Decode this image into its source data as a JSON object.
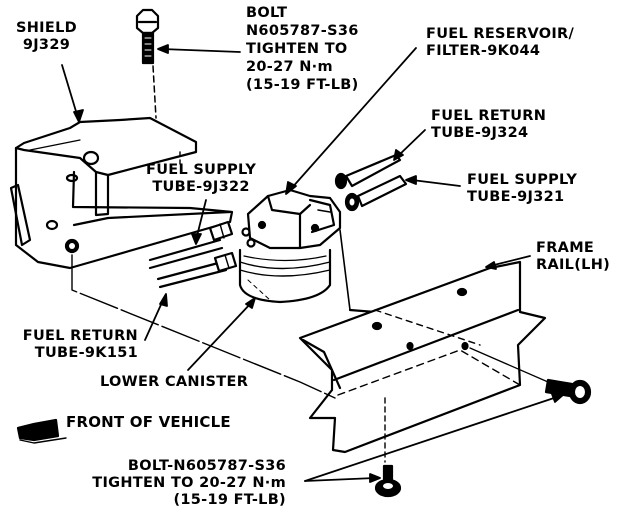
{
  "diagram": {
    "colors": {
      "ink": "#000000",
      "paper": "#ffffff"
    },
    "labels": {
      "shield": [
        "SHIELD",
        "9J329"
      ],
      "top_bolt": [
        "BOLT",
        "N605787-S36",
        "TIGHTEN TO",
        "20-27 N·m",
        "(15-19 FT-LB)"
      ],
      "reservoir": [
        "FUEL RESERVOIR/",
        "FILTER-9K044"
      ],
      "return_tube_right": [
        "FUEL RETURN",
        "TUBE-9J324"
      ],
      "supply_tube_right": [
        "FUEL SUPPLY",
        "TUBE-9J321"
      ],
      "supply_tube_left": [
        "FUEL SUPPLY",
        "TUBE-9J322"
      ],
      "frame_rail": [
        "FRAME",
        "RAIL(LH)"
      ],
      "return_tube_left": [
        "FUEL RETURN",
        "TUBE-9K151"
      ],
      "lower_canister": "LOWER CANISTER",
      "front_of_vehicle": "FRONT OF VEHICLE",
      "bottom_bolt": [
        "BOLT-N605787-S36",
        "TIGHTEN TO 20-27 N·m",
        "(15-19 FT-LB)"
      ]
    }
  }
}
